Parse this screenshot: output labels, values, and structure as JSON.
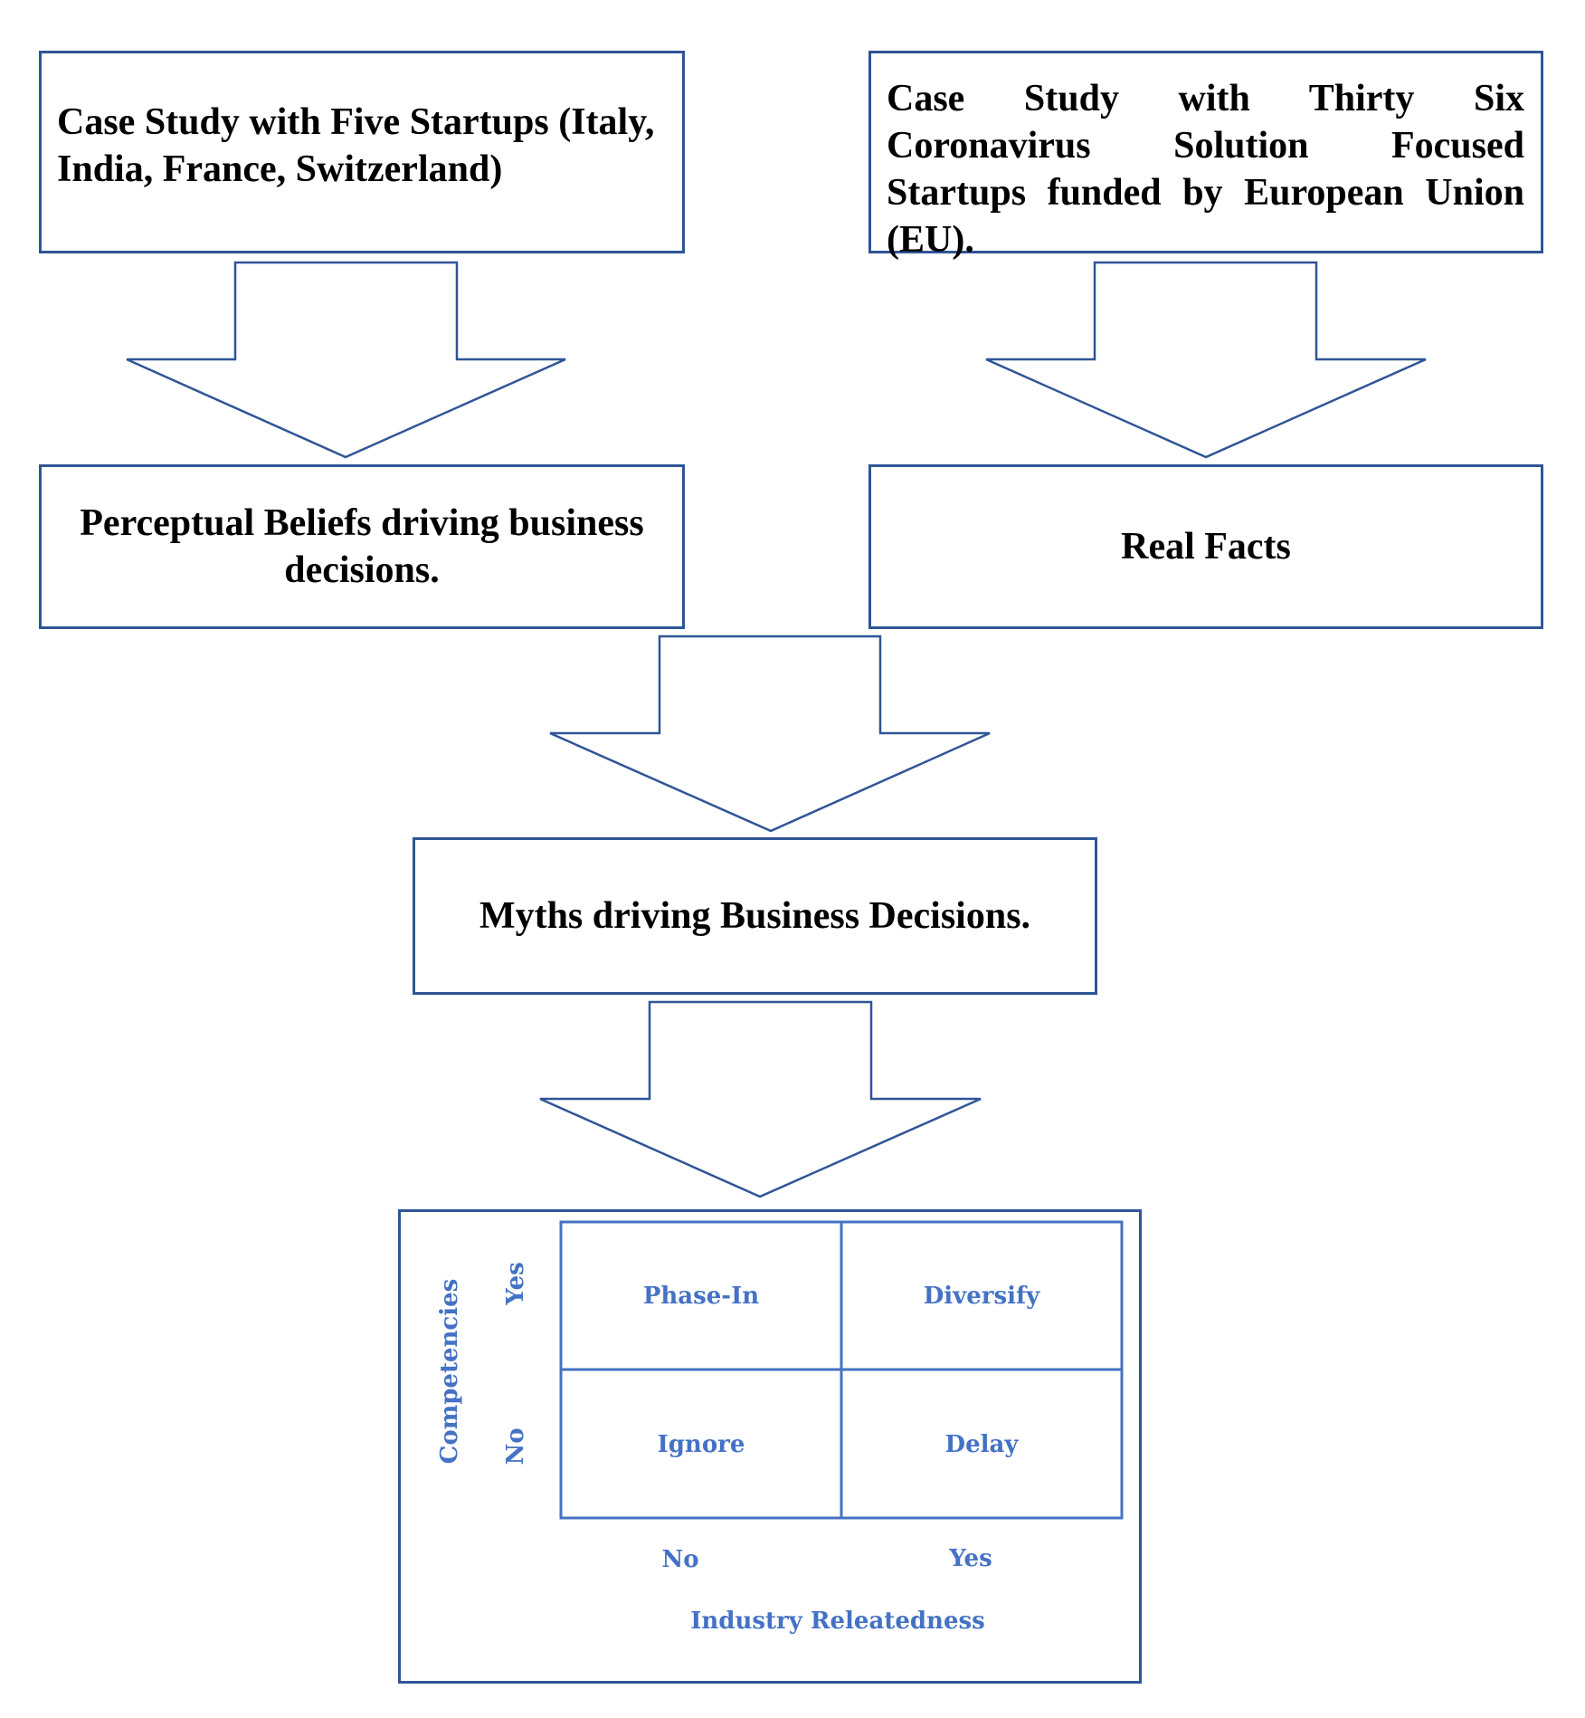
{
  "boxes": {
    "case_study_five": "Case Study with Five Startups (Italy, India, France, Switzerland)",
    "case_study_36": "Case Study with Thirty Six Coronavirus Solution Focused Startups funded by European Union (EU).",
    "perceptual_beliefs": "Perceptual Beliefs driving business decisions.",
    "real_facts": "Real Facts",
    "myths": "Myths driving Business Decisions."
  },
  "matrix": {
    "y_axis_label": "Competencies",
    "y_yes": "Yes",
    "y_no": "No",
    "x_no": "No",
    "x_yes": "Yes",
    "x_axis_label": "Industry Releatedness",
    "cells": {
      "top_left": "Phase-In",
      "top_right": "Diversify",
      "bottom_left": "Ignore",
      "bottom_right": "Delay"
    }
  },
  "colors": {
    "border": "#2f5597",
    "matrix_text": "#4472c4"
  }
}
